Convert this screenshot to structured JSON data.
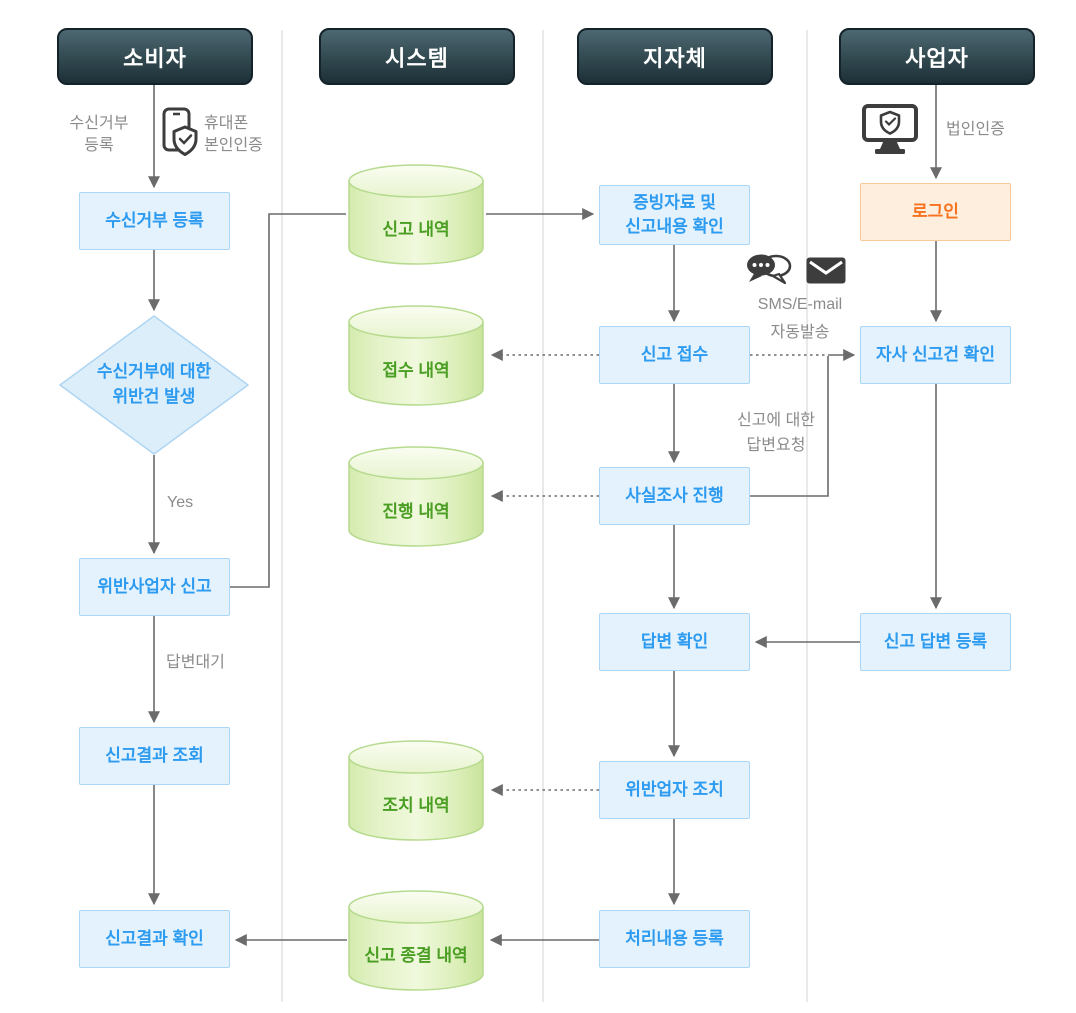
{
  "lanes": [
    {
      "label": "소비자"
    },
    {
      "label": "시스템"
    },
    {
      "label": "지자체"
    },
    {
      "label": "사업자"
    }
  ],
  "consumer": {
    "labels": {
      "optout_register": "수신거부\n등록",
      "phone_auth": "휴대폰\n본인인증",
      "yes": "Yes",
      "wait_reply": "답변대기"
    },
    "nodes": {
      "optout_register": "수신거부 등록",
      "violation_decision": "수신거부에 대한\n위반건 발생",
      "report_violator": "위반사업자 신고",
      "result_view": "신고결과 조회",
      "result_confirm": "신고결과 확인"
    }
  },
  "system": {
    "cylinders": {
      "report": "신고 내역",
      "receipt": "접수 내역",
      "progress": "진행 내역",
      "action": "조치 내역",
      "closure": "신고 종결 내역"
    }
  },
  "government": {
    "labels": {
      "sms_auto": "SMS/E-mail\n자동발송",
      "reply_request": "신고에 대한\n답변요청"
    },
    "nodes": {
      "evidence_check": "증빙자료 및\n신고내용 확인",
      "report_receipt": "신고 접수",
      "investigation": "사실조사 진행",
      "reply_check": "답변 확인",
      "violator_action": "위반업자 조치",
      "result_register": "처리내용 등록"
    }
  },
  "business": {
    "labels": {
      "corp_auth": "법인인증"
    },
    "nodes": {
      "login": "로그인",
      "own_report_check": "자사 신고건 확인",
      "reply_register": "신고 답변 등록"
    }
  },
  "colors": {
    "header_bg": "#2e454d",
    "process_fill": "#e3f2fd",
    "process_border": "#a9d7f5",
    "process_text": "#2d9bf0",
    "login_fill": "#fdeedd",
    "login_border": "#f6c99c",
    "login_text": "#f7731f",
    "cylinder_border": "#b6da8e",
    "cylinder_text": "#4a9e23",
    "arrow": "#6b6b6b",
    "label_text": "#8b8b8b"
  }
}
